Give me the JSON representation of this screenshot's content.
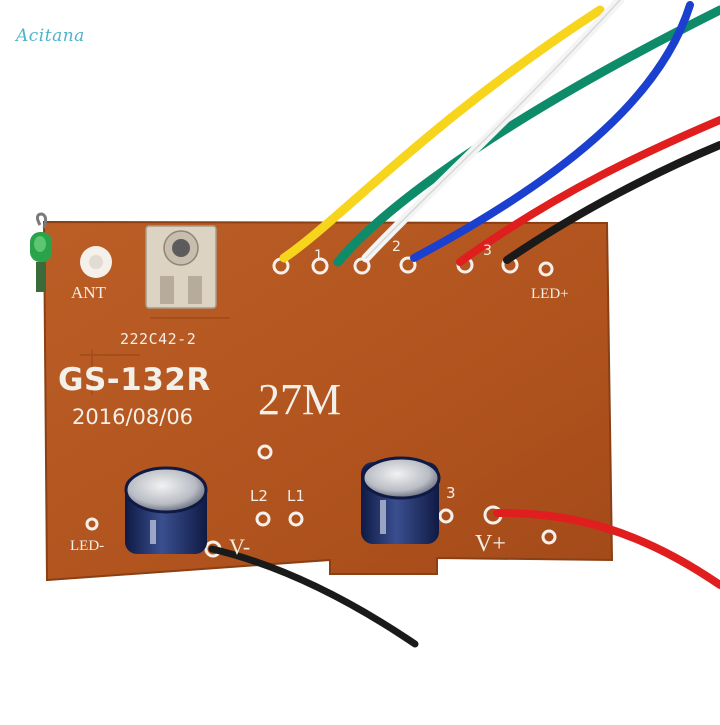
{
  "watermark": "Acitana",
  "board": {
    "antenna_label": "ANT",
    "part_code": "222C42-2",
    "model": "GS-132R",
    "date": "2016/08/06",
    "frequency": "27M",
    "pad_l2": "L2",
    "pad_l1": "L1",
    "pad_c3": "3",
    "led_minus": "LED-",
    "v_minus": "V-",
    "v_plus": "V+",
    "led_plus": "LED+",
    "pin_1": "1",
    "pin_2": "2",
    "pin_3": "3"
  },
  "colors": {
    "pcb": "#b0531e",
    "pcb_edge": "#8a3f15",
    "wire_yellow": "#f7d51c",
    "wire_white": "#f4f4f4",
    "wire_green": "#0e8c6a",
    "wire_blue": "#1b3fcf",
    "wire_red": "#e01e1e",
    "wire_black": "#1a1a1a",
    "capacitor": "#1d2a5c"
  }
}
